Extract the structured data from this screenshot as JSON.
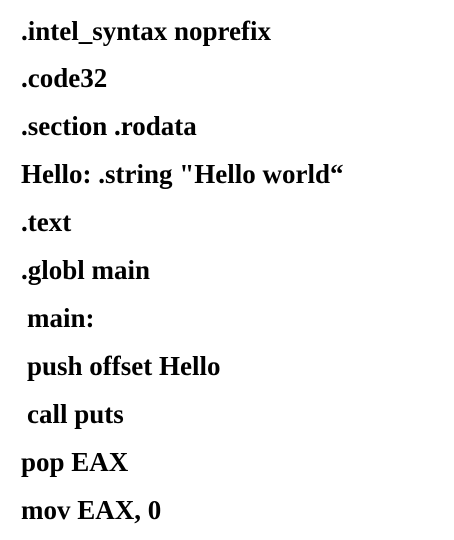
{
  "code": {
    "lines": [
      ".intel_syntax noprefix",
      ".code32",
      ".section .rodata",
      "Hello: .string \"Hello world“",
      ".text",
      ".globl main",
      "main:",
      "push offset Hello",
      "call puts",
      "pop EAX",
      "mov EAX, 0"
    ]
  },
  "colors": {
    "text": "#000000",
    "background": "#ffffff"
  }
}
